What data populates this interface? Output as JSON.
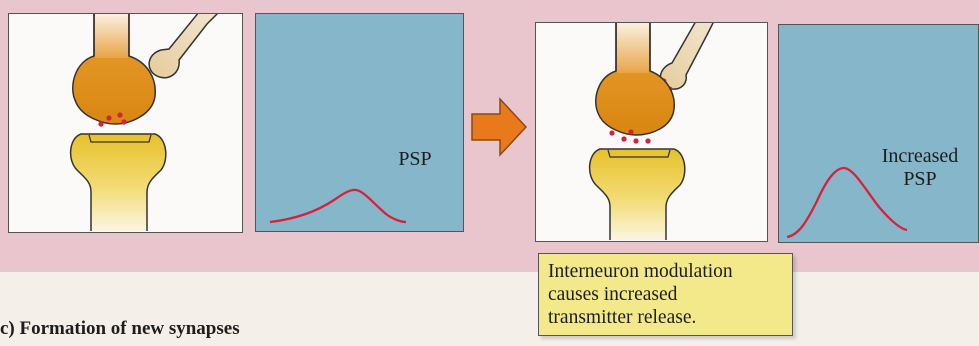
{
  "left_graph": {
    "label": "PSP"
  },
  "right_graph": {
    "label_line1": "Increased",
    "label_line2": "PSP"
  },
  "callout": {
    "line1": "Interneuron modulation",
    "line2": "causes increased",
    "line3": "transmitter release."
  },
  "section_title": "c)  Formation of new synapses",
  "colors": {
    "background_band": "#e9c6cd",
    "graph_fill": "#86b6ca",
    "trace": "#d8203a",
    "terminal": "#e5961c",
    "postsynaptic": "#edc93a",
    "arrow": "#e97a1c",
    "callout": "#f4e98a"
  },
  "icons": [
    "presynaptic-terminal",
    "postsynaptic-spine",
    "interneuron-terminal",
    "transition-arrow"
  ]
}
